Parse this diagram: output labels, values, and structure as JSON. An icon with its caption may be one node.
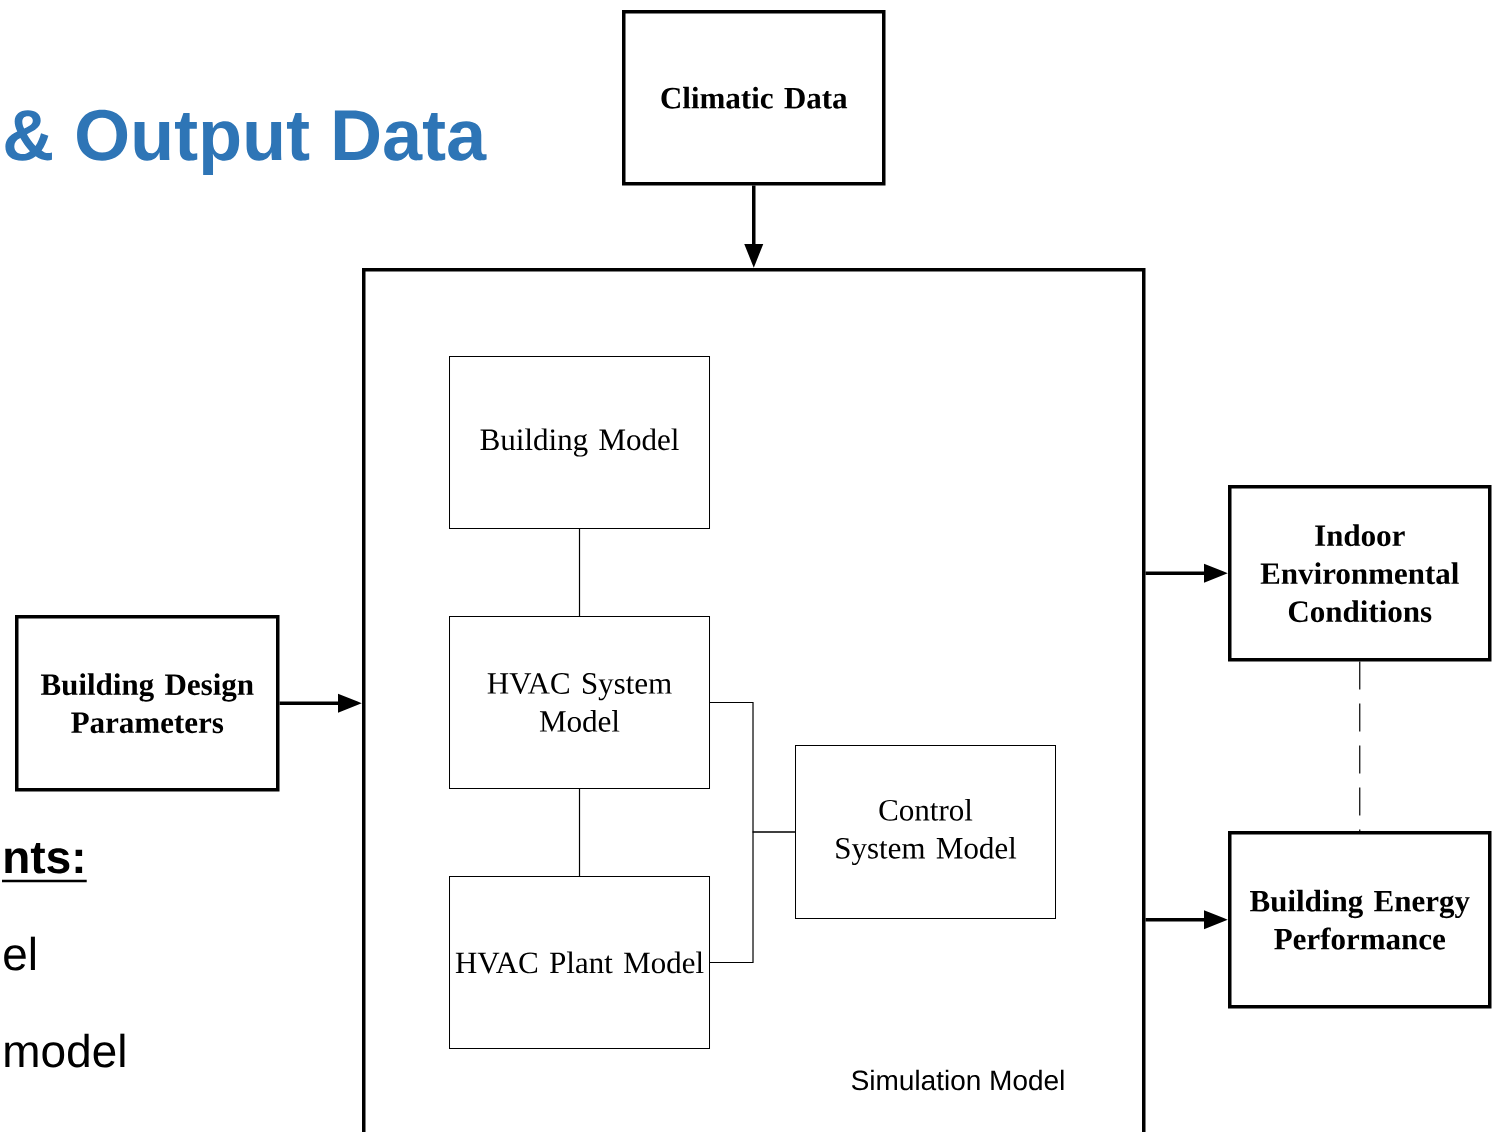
{
  "diagram": {
    "title": "& Output Data",
    "nodes": [
      {
        "text": [
          "Climatic Data"
        ]
      },
      {
        "text": [
          "Simulation Model"
        ]
      },
      {
        "text": [
          "Building Model"
        ],
        "in": 1
      },
      {
        "text": [
          "HVAC System Model"
        ],
        "in": 1
      },
      {
        "text": [
          "HVAC Plant Model"
        ],
        "in": 1
      },
      {
        "text": [
          "Control System Model"
        ],
        "in": 1
      },
      {
        "text": [
          "Building Design Parameters"
        ]
      },
      {
        "text": [
          "Indoor Environmental Conditions"
        ]
      },
      {
        "text": [
          "Building Energy Performance"
        ]
      }
    ],
    "edges": [
      {
        "from": 0,
        "to": 1,
        "arrow": "to",
        "style": "thick"
      },
      {
        "from": 6,
        "to": 1,
        "arrow": "to",
        "style": "thick"
      },
      {
        "from": 1,
        "to": 7,
        "arrow": "to",
        "style": "thick"
      },
      {
        "from": 1,
        "to": 8,
        "arrow": "to",
        "style": "thick"
      },
      {
        "from": 2,
        "to": 3,
        "arrow": "none"
      },
      {
        "from": 3,
        "to": 4,
        "arrow": "none"
      },
      {
        "from": 3,
        "to": 5,
        "arrow": "none"
      },
      {
        "from": 4,
        "to": 5,
        "arrow": "none"
      },
      {
        "from": 7,
        "to": 8,
        "arrow": "none",
        "style": "dashed"
      }
    ],
    "labels": [
      "nts:",
      "el",
      "model"
    ]
  }
}
